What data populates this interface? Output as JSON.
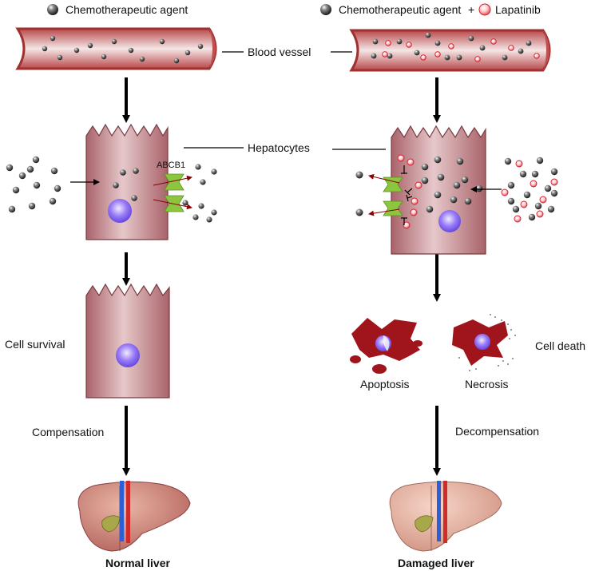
{
  "legend": {
    "left_agent": "Chemotherapeutic agent",
    "right_agent": "Chemotherapeutic agent",
    "plus": "+",
    "right_drug": "Lapatinib"
  },
  "labels": {
    "blood_vessel": "Blood vessel",
    "hepatocytes": "Hepatocytes",
    "abcb1": "ABCB1",
    "cell_survival": "Cell survival",
    "compensation": "Compensation",
    "normal_liver": "Normal liver",
    "apoptosis": "Apoptosis",
    "necrosis": "Necrosis",
    "cell_death": "Cell death",
    "decompensation": "Decompensation",
    "damaged_liver": "Damaged liver"
  },
  "colors": {
    "drug_gray": "#4a4a4a",
    "lapatinib_red": "#e0404a",
    "vessel": "#b85a5a",
    "cell": "#b06f74",
    "nucleus": "#7a5cf0",
    "transporter": "#8cc63f",
    "dead_cell": "#a0151b",
    "liver_normal": "#c77a6a",
    "liver_damaged": "#e0a08f"
  }
}
